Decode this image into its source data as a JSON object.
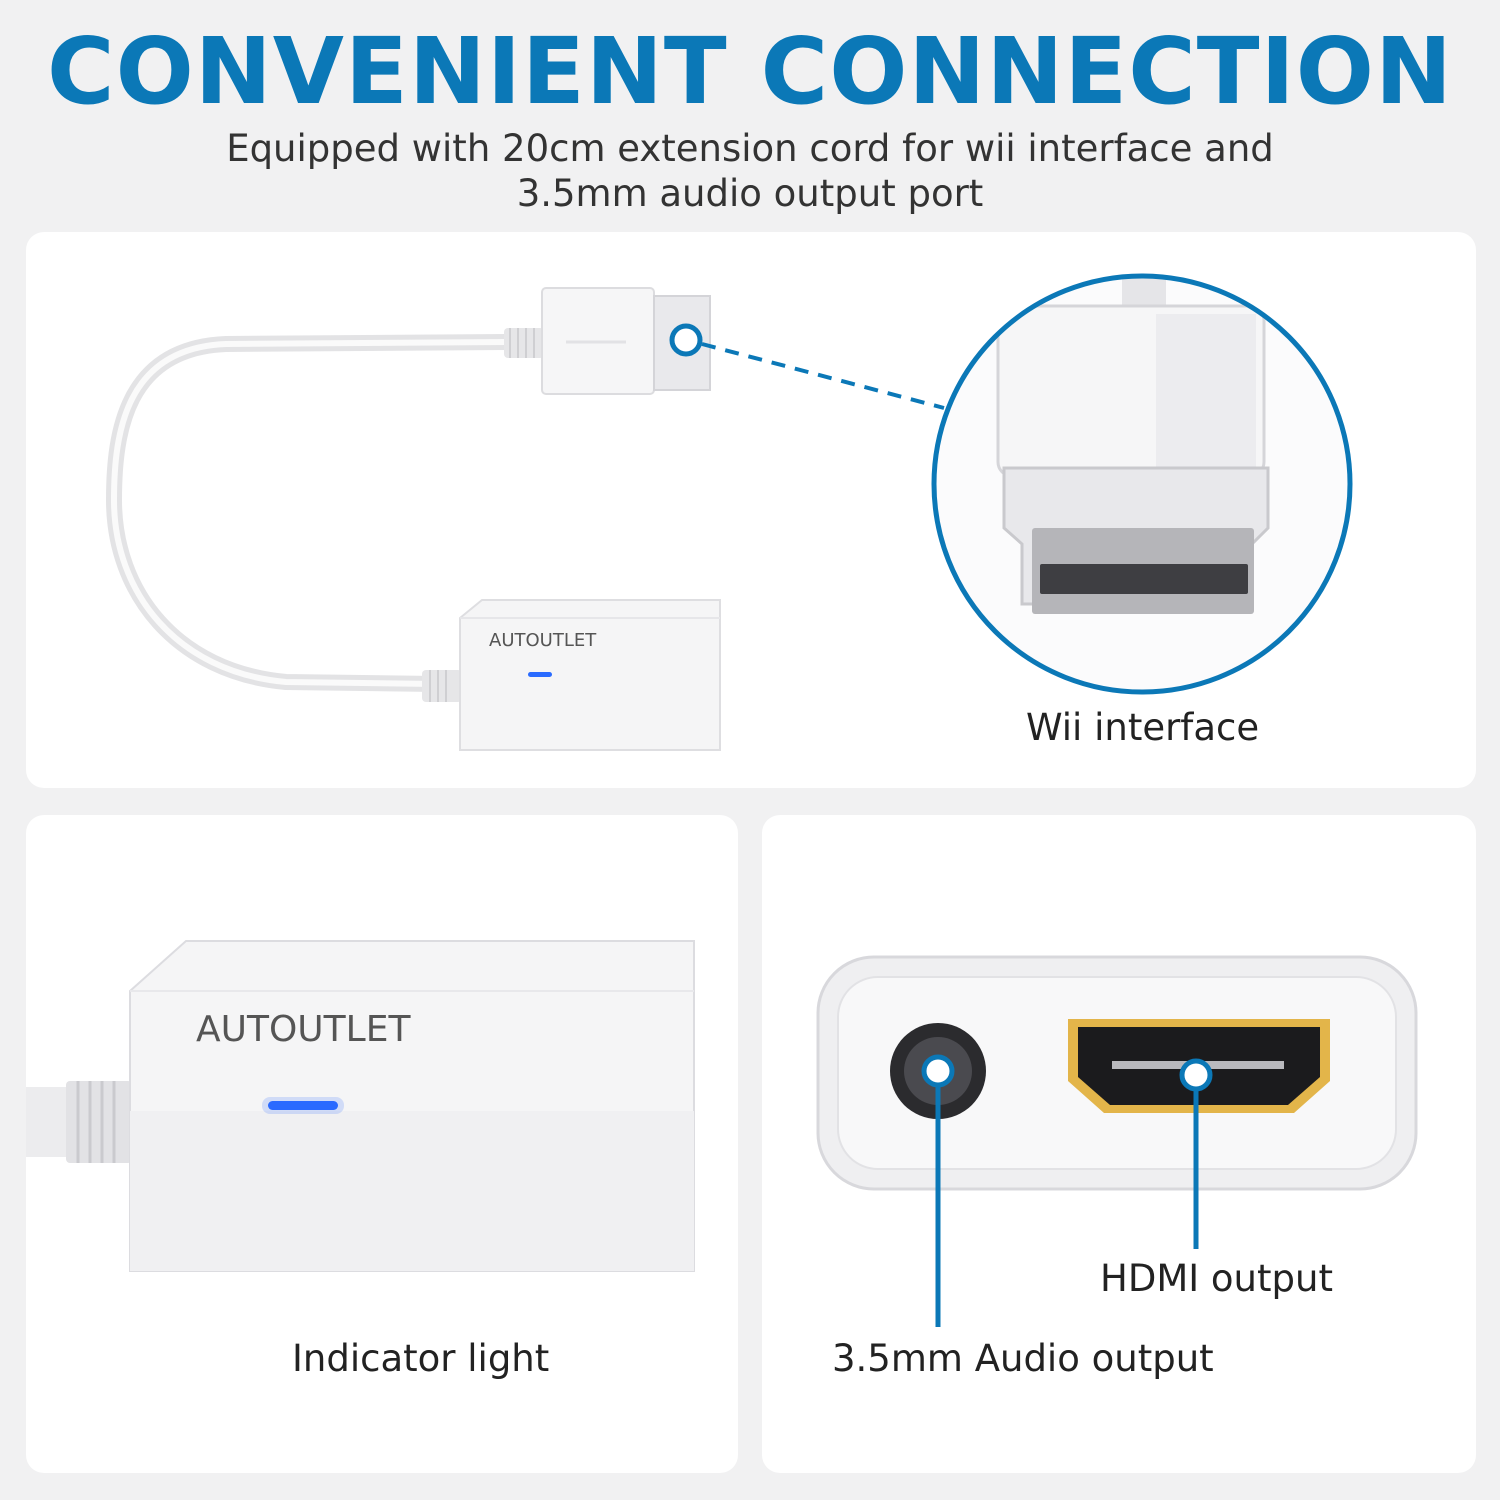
{
  "header": {
    "title": "CONVENIENT CONNECTION",
    "subtitle_line1": "Equipped with 20cm extension cord for wii interface and",
    "subtitle_line2": "3.5mm audio output port"
  },
  "captions": {
    "wii_interface": "Wii interface",
    "indicator_light": "Indicator light",
    "hdmi_output": "HDMI output",
    "audio_output": "3.5mm Audio output"
  },
  "brand": {
    "logo_text": "AUTOUTLET"
  },
  "colors": {
    "accent_blue": "#0b78b7",
    "led_blue": "#2a6bff",
    "hdmi_gold": "#e3b54a"
  }
}
